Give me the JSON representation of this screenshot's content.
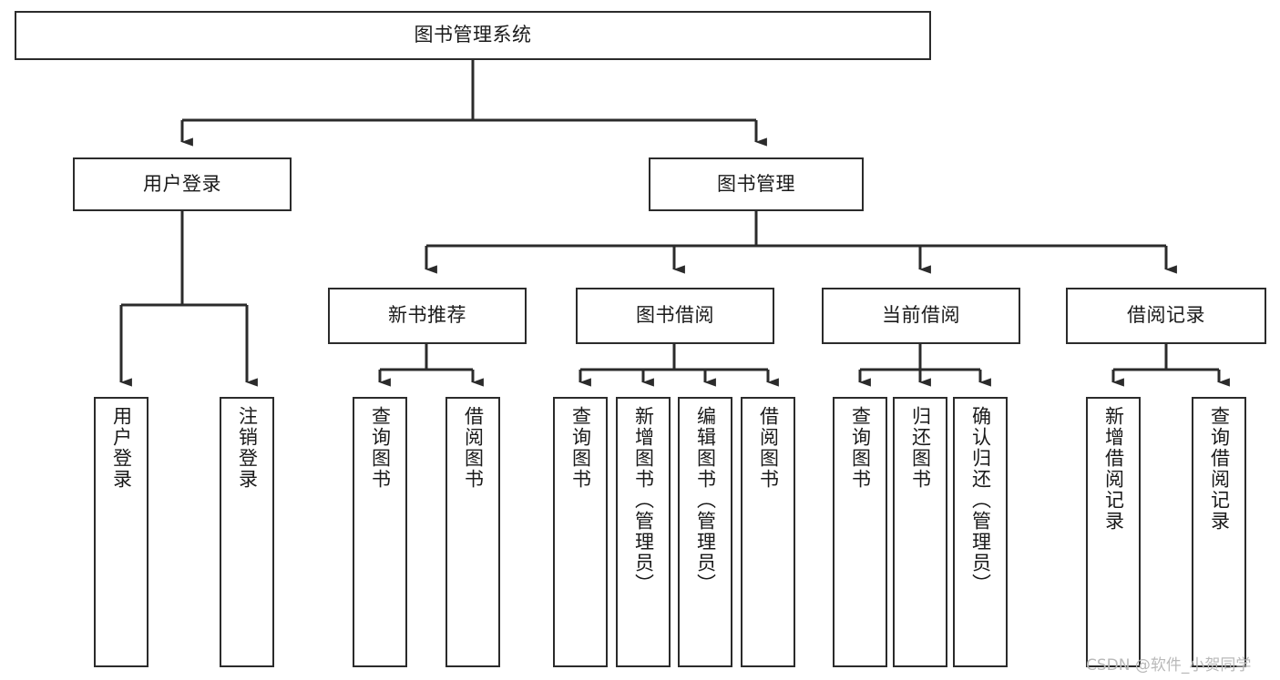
{
  "diagram": {
    "type": "tree",
    "title": "图书管理系统",
    "watermark": "CSDN @软件_小贺同学",
    "colors": {
      "box_border": "#2b2b2b",
      "box_fill": "#ffffff",
      "connector": "#2b2b2b",
      "text": "#1a1a1a",
      "watermark": "#b9b9b9",
      "background": "#ffffff"
    },
    "nodes": {
      "root": {
        "label": "图书管理系统"
      },
      "level2": [
        {
          "id": "user-login",
          "label": "用户登录"
        },
        {
          "id": "book-manage",
          "label": "图书管理"
        }
      ],
      "level3": [
        {
          "id": "new-book-recommend",
          "label": "新书推荐"
        },
        {
          "id": "book-borrow",
          "label": "图书借阅"
        },
        {
          "id": "current-borrow",
          "label": "当前借阅"
        },
        {
          "id": "borrow-record",
          "label": "借阅记录"
        }
      ],
      "leaves": {
        "user-login": [
          {
            "id": "leaf-user-login",
            "label": "用户登录"
          },
          {
            "id": "leaf-logout-login",
            "label": "注销登录"
          }
        ],
        "new-book-recommend": [
          {
            "id": "leaf-query-book-1",
            "label": "查询图书"
          },
          {
            "id": "leaf-borrow-book-1",
            "label": "借阅图书"
          }
        ],
        "book-borrow": [
          {
            "id": "leaf-query-book-2",
            "label": "查询图书"
          },
          {
            "id": "leaf-add-book",
            "label": "新增图书（管理员）"
          },
          {
            "id": "leaf-edit-book",
            "label": "编辑图书（管理员）"
          },
          {
            "id": "leaf-borrow-book-2",
            "label": "借阅图书"
          }
        ],
        "current-borrow": [
          {
            "id": "leaf-query-book-3",
            "label": "查询图书"
          },
          {
            "id": "leaf-return-book",
            "label": "归还图书"
          },
          {
            "id": "leaf-confirm-return",
            "label": "确认归还（管理员）"
          }
        ],
        "borrow-record": [
          {
            "id": "leaf-add-record",
            "label": "新增借阅记录"
          },
          {
            "id": "leaf-query-record",
            "label": "查询借阅记录"
          }
        ]
      }
    }
  }
}
